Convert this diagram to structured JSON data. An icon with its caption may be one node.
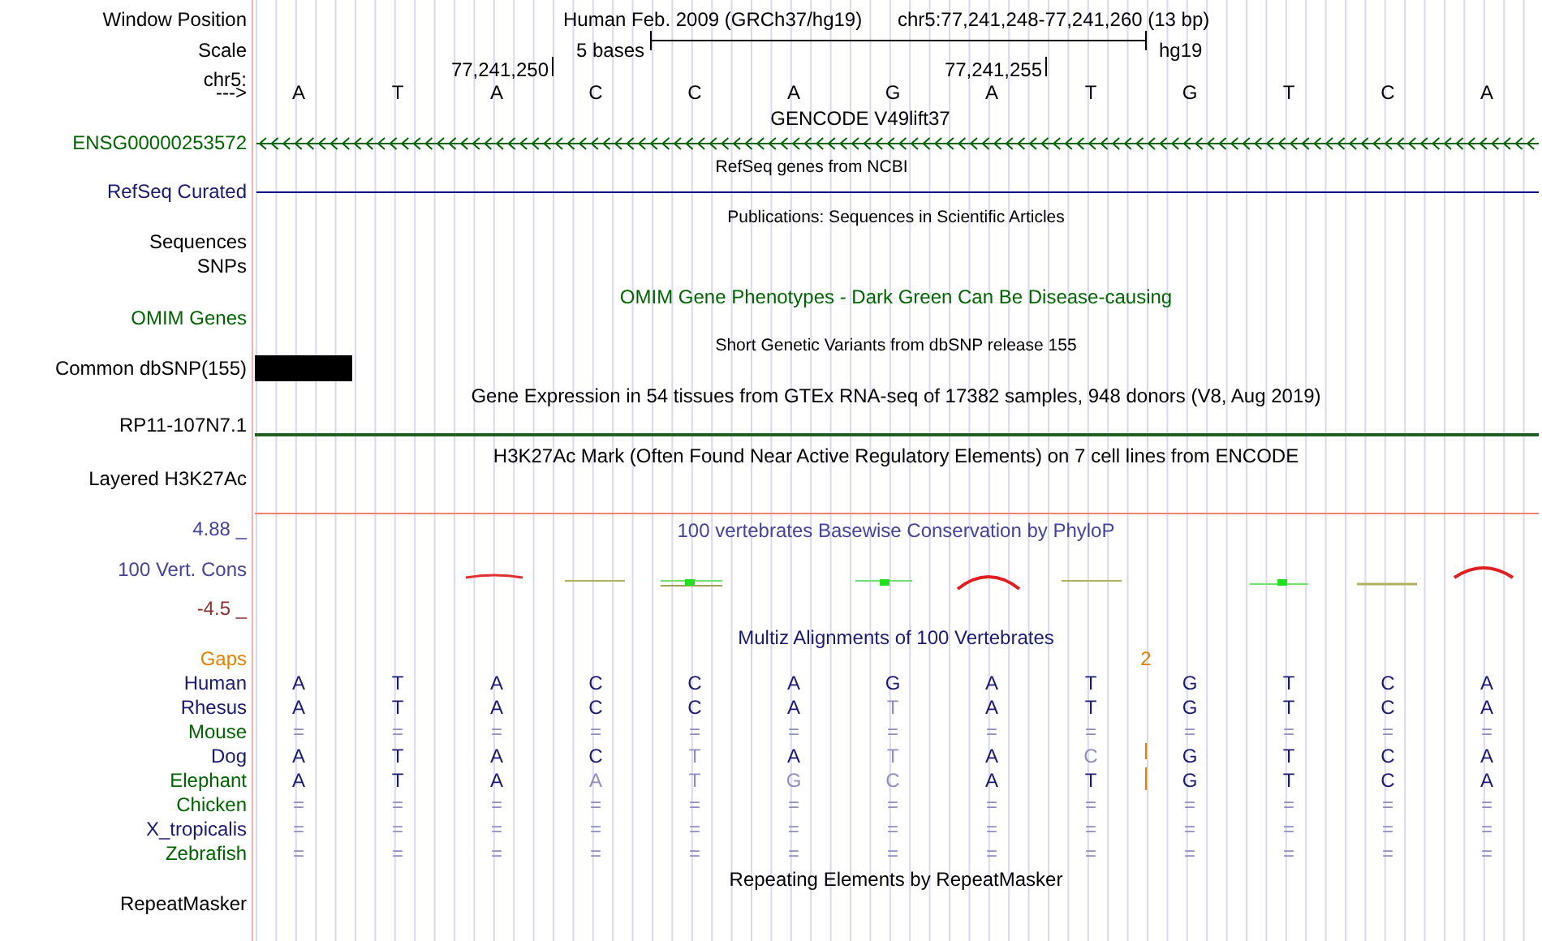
{
  "diagram": {
    "labels": [
      "Window Position",
      "Human Feb. 2009 (GRCh37/hg19)",
      "chr5:77,241,248-77,241,260 (13 bp)",
      "Scale",
      "5 bases",
      "hg19",
      "chr5:",
      "77,241,250",
      "77,241,255",
      "--->",
      "A",
      "T",
      "A",
      "C",
      "C",
      "A",
      "G",
      "A",
      "T",
      "G",
      "T",
      "C",
      "A",
      "GENCODE V49lift37",
      "ENSG00000253572",
      "RefSeq genes from NCBI",
      "RefSeq Curated",
      "Publications: Sequences in Scientific Articles",
      "Sequences",
      "SNPs",
      "OMIM Gene Phenotypes - Dark Green Can Be Disease-causing",
      "OMIM Genes",
      "Short Genetic Variants from dbSNP release 155",
      "Common dbSNP(155)",
      "Gene Expression in 54 tissues from GTEx RNA-seq of 17382 samples, 948 donors (V8, Aug 2019)",
      "RP11-107N7.1",
      "H3K27Ac Mark (Often Found Near Active Regulatory Elements) on 7 cell lines from ENCODE",
      "Layered H3K27Ac",
      "4.88 _",
      "100 vertebrates Basewise Conservation by PhyloP",
      "100 Vert. Cons",
      "-4.5 _",
      "Multiz Alignments of 100 Vertebrates",
      "Gaps",
      "2",
      "Human",
      "A",
      "T",
      "A",
      "C",
      "C",
      "A",
      "G",
      "A",
      "T",
      "G",
      "T",
      "C",
      "A",
      "Rhesus",
      "A",
      "T",
      "A",
      "C",
      "C",
      "A",
      "T",
      "A",
      "T",
      "G",
      "T",
      "C",
      "A",
      "Mouse",
      "=",
      "=",
      "=",
      "=",
      "=",
      "=",
      "=",
      "=",
      "=",
      "=",
      "=",
      "=",
      "=",
      "Dog",
      "A",
      "T",
      "A",
      "C",
      "T",
      "A",
      "T",
      "A",
      "C",
      "G",
      "T",
      "C",
      "A",
      "Elephant",
      "A",
      "T",
      "A",
      "A",
      "T",
      "G",
      "C",
      "A",
      "T",
      "G",
      "T",
      "C",
      "A",
      "Chicken",
      "=",
      "=",
      "=",
      "=",
      "=",
      "=",
      "=",
      "=",
      "=",
      "=",
      "=",
      "=",
      "=",
      "X_tropicalis",
      "=",
      "=",
      "=",
      "=",
      "=",
      "=",
      "=",
      "=",
      "=",
      "=",
      "=",
      "=",
      "=",
      "Zebrafish",
      "=",
      "=",
      "=",
      "=",
      "=",
      "=",
      "=",
      "=",
      "=",
      "=",
      "=",
      "=",
      "=",
      "Repeating Elements by RepeatMasker",
      "RepeatMasker"
    ]
  }
}
